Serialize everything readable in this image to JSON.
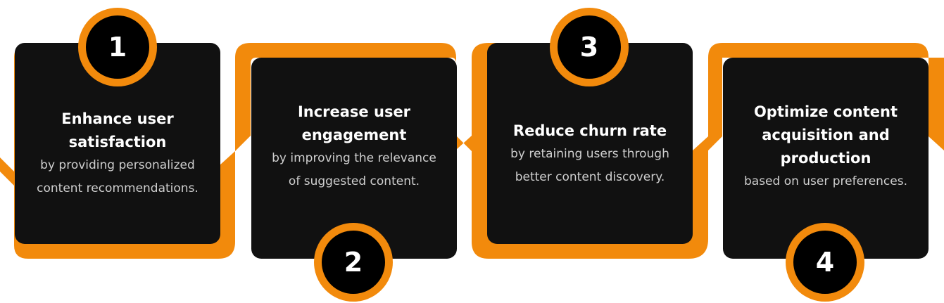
{
  "colors": {
    "accent": "#f28a0c",
    "card": "#111111",
    "badge": "#000000",
    "title_text": "#ffffff",
    "desc_text": "#cfcfcf"
  },
  "steps": [
    {
      "number": "1",
      "title": "Enhance user satisfaction",
      "description": "by providing personalized content recommendations."
    },
    {
      "number": "2",
      "title": "Increase user engagement",
      "description": "by improving the relevance of suggested content."
    },
    {
      "number": "3",
      "title": "Reduce churn rate",
      "description": "by retaining users through better content discovery."
    },
    {
      "number": "4",
      "title": "Optimize content acquisition and production",
      "description": "based on user preferences."
    }
  ]
}
